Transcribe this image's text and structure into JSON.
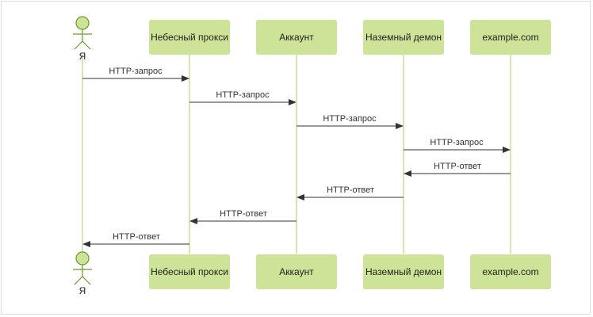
{
  "diagram": {
    "actor": {
      "label": "Я"
    },
    "participants": [
      {
        "id": "sky",
        "label": "Небесный прокси"
      },
      {
        "id": "acct",
        "label": "Аккаунт"
      },
      {
        "id": "ground",
        "label": "Наземный демон"
      },
      {
        "id": "ex",
        "label": "example.com"
      }
    ],
    "messages": [
      {
        "from": 0,
        "to": 1,
        "label": "HTTP-запрос"
      },
      {
        "from": 1,
        "to": 2,
        "label": "HTTP-запрос"
      },
      {
        "from": 2,
        "to": 3,
        "label": "HTTP-запрос"
      },
      {
        "from": 3,
        "to": 4,
        "label": "HTTP-запрос"
      },
      {
        "from": 4,
        "to": 3,
        "label": "HTTP-ответ"
      },
      {
        "from": 3,
        "to": 2,
        "label": "HTTP-ответ"
      },
      {
        "from": 2,
        "to": 1,
        "label": "HTTP-ответ"
      },
      {
        "from": 1,
        "to": 0,
        "label": "HTTP-ответ"
      }
    ]
  },
  "colors": {
    "box_fill": "#cde498",
    "lifeline": "#b7d77a",
    "arrow": "#333333"
  }
}
